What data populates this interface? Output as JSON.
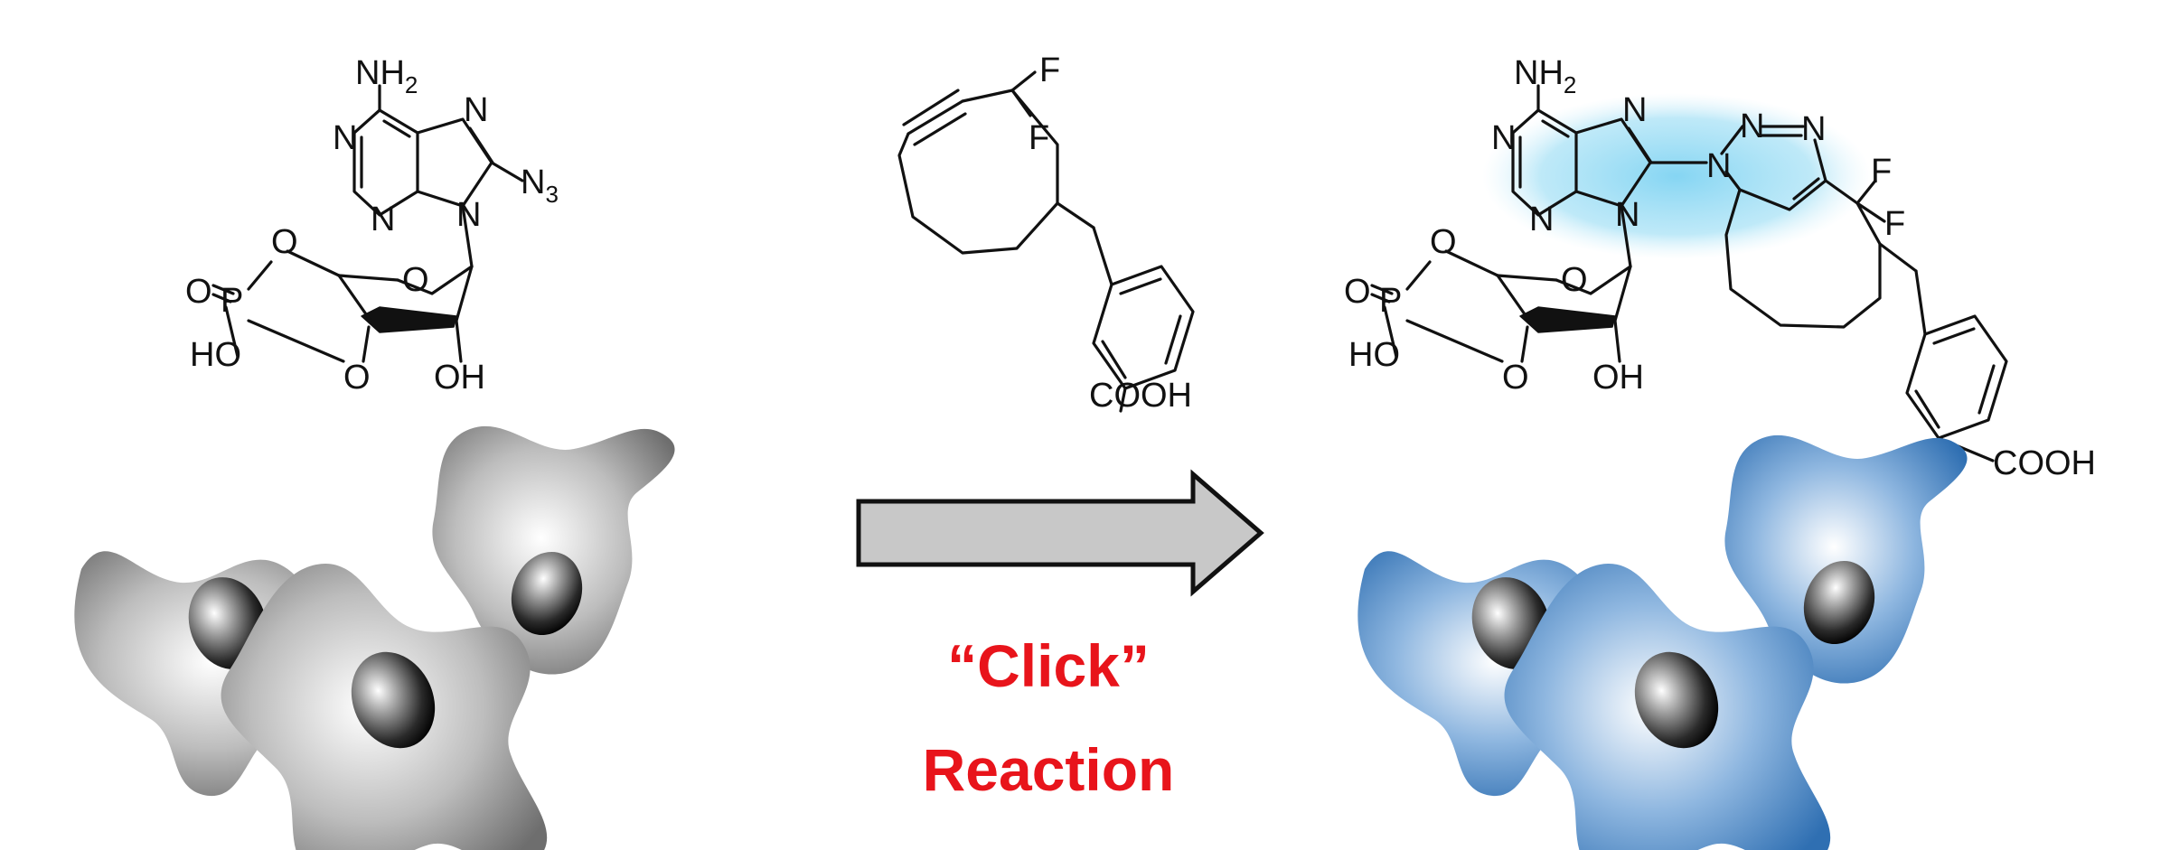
{
  "accent_color": "#e8141b",
  "cell_colors": {
    "before": "#8c8c8c",
    "after": "#2f6fb2"
  },
  "reaction_label": {
    "line1": "“Click”",
    "line2": "Reaction"
  },
  "atoms": {
    "nh2": "NH",
    "nh2_sub": "2",
    "n": "N",
    "n3": "N",
    "n3_sub": "3",
    "o": "O",
    "p": "P",
    "o_double": "O=",
    "ho": "HO",
    "oh": "OH",
    "f": "F",
    "cooh": "COOH"
  },
  "icons": [
    "reaction-arrow-icon",
    "cell-icon",
    "nucleus-icon"
  ]
}
